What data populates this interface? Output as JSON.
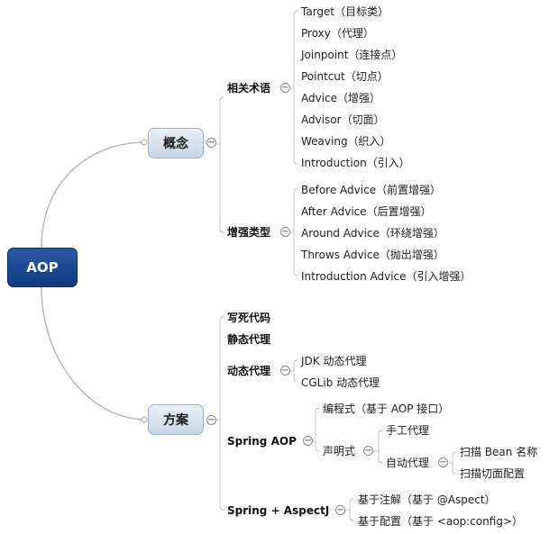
{
  "root": {
    "label": "AOP"
  },
  "concept": {
    "label": "概念",
    "terms": {
      "label": "相关术语",
      "items": [
        "Target（目标类）",
        "Proxy（代理）",
        "Joinpoint（连接点）",
        "Pointcut（切点）",
        "Advice（增强）",
        "Advisor（切面）",
        "Weaving（织入）",
        "Introduction（引入）"
      ]
    },
    "advice_types": {
      "label": "增强类型",
      "items": [
        "Before Advice（前置增强）",
        "After Advice（后置增强）",
        "Around Advice（环绕增强）",
        "Throws Advice（抛出增强）",
        "Introduction Advice（引入增强）"
      ]
    }
  },
  "solution": {
    "label": "方案",
    "hardcode": "写死代码",
    "static_proxy": "静态代理",
    "dynamic_proxy": {
      "label": "动态代理",
      "items": [
        "JDK 动态代理",
        "CGLib 动态代理"
      ]
    },
    "spring_aop": {
      "label": "Spring AOP",
      "programmatic": "编程式（基于 AOP 接口）",
      "declarative": {
        "label": "声明式",
        "manual": "手工代理",
        "auto": {
          "label": "自动代理",
          "items": [
            "扫描 Bean 名称",
            "扫描切面配置"
          ]
        }
      }
    },
    "spring_aspectj": {
      "label": "Spring + AspectJ",
      "items": [
        "基于注解（基于 @Aspect）",
        "基于配置（基于 <aop:config>）"
      ]
    }
  },
  "toggle_symbol": "−"
}
